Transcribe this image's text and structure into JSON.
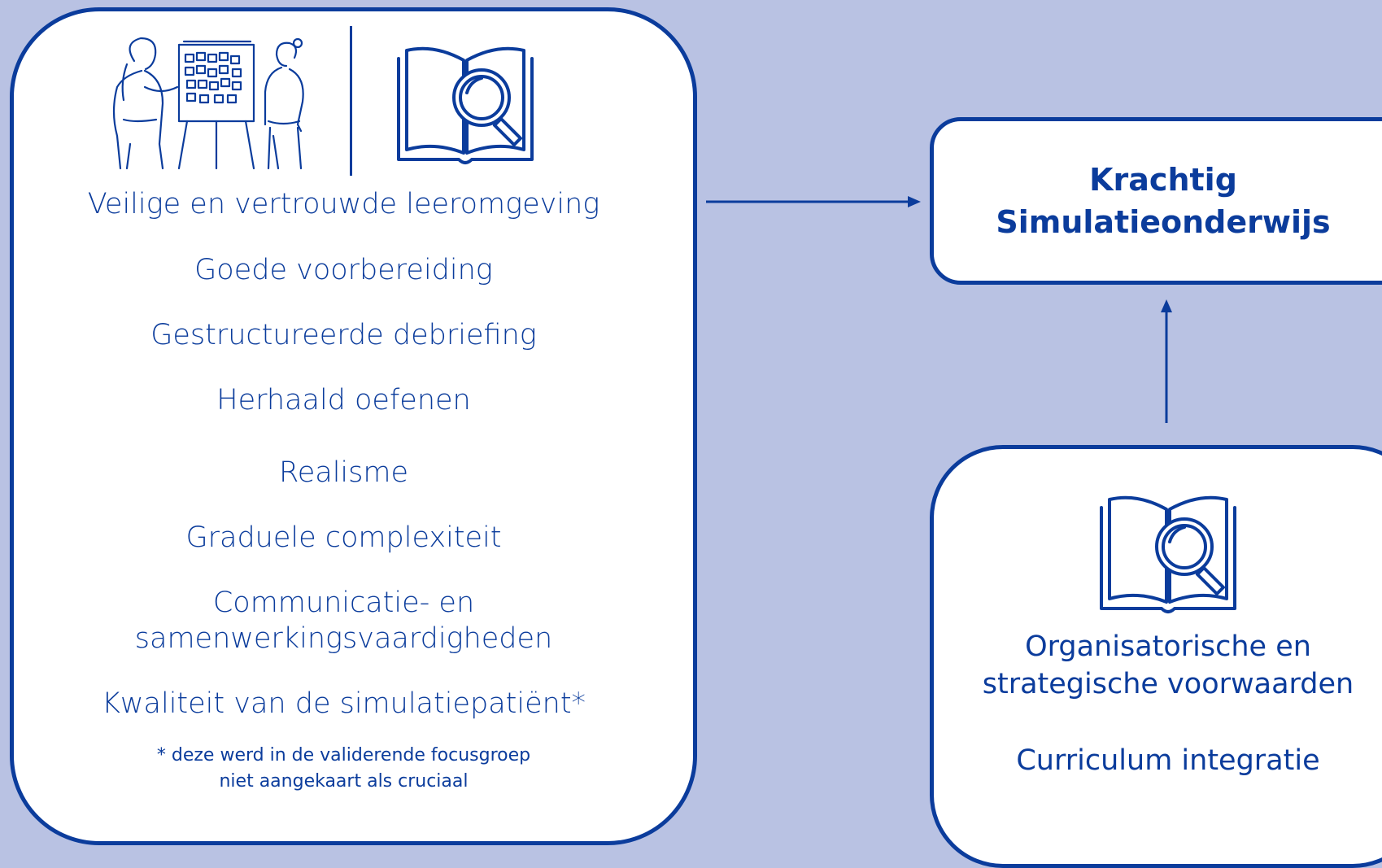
{
  "left_panel": {
    "factors": [
      "Veilige en vertrouwde leeromgeving",
      "Goede voorbereiding",
      "Gestructureerde debriefing",
      "Herhaald oefenen",
      "Realisme",
      "Graduele complexiteit",
      "Communicatie- en",
      "samenwerkingsvaardigheden",
      "Kwaliteit van de simulatiepatiënt*"
    ],
    "footnote_line1": "* deze werd in de validerende focusgroep",
    "footnote_line2": "niet aangekaart als cruciaal"
  },
  "outcome": {
    "line1": "Krachtig",
    "line2": "Simulatieonderwijs"
  },
  "right_panel": {
    "line1": "Organisatorische en",
    "line2": "strategische voorwaarden",
    "line3": "Curriculum integratie"
  },
  "colors": {
    "background": "#b9c2e3",
    "primary": "#0b3c9c",
    "box_fill": "#ffffff"
  },
  "icons": [
    "people-flipchart-icon",
    "book-magnifier-icon",
    "book-magnifier-icon"
  ]
}
